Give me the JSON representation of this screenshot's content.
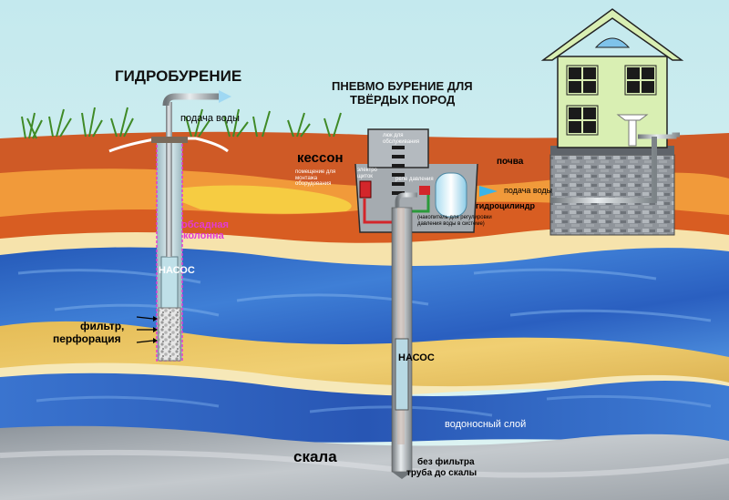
{
  "title_left": "ГИДРОБУРЕНИЕ",
  "title_right_line1": "ПНЕВМО БУРЕНИЕ ДЛЯ",
  "title_right_line2": "ТВЁРДЫХ ПОРОД",
  "left_well": {
    "water_supply": "подача воды",
    "casing_line1": "обсадная",
    "casing_line2": "колонна",
    "pump": "НАСОС",
    "filter_line1": "фильтр,",
    "filter_line2": "перфорация"
  },
  "right_well": {
    "caisson": "кессон",
    "caisson_note_line1": "помещение для",
    "caisson_note_line2": "монтажа",
    "caisson_note_line3": "оборудования",
    "service_hatch_line1": "люк для",
    "service_hatch_line2": "обслуживания",
    "electric_line1": "электро",
    "electric_line2": "щиток",
    "pressure_relay": "реле давления",
    "hydrocylinder": "гидроцилиндр",
    "hydrocylinder_note_line1": "(накопитель для регулировки",
    "hydrocylinder_note_line2": "давления воды в системе)",
    "water_supply": "подача воды",
    "soil": "почва",
    "pump": "НАСОС",
    "no_filter_line1": "без фильтра",
    "no_filter_line2": "труба до скалы"
  },
  "aquifer": "водоносный слой",
  "rock": "скала",
  "colors": {
    "sky": "#c4e9ee",
    "topsoil": "#cf5a26",
    "clay_orange": "#f19a3a",
    "sand": "#e9c35f",
    "water": "#2f66c6",
    "rock": "#aab0b6",
    "house_wall": "#d9efb3",
    "casing_label": "#e43bd3"
  }
}
